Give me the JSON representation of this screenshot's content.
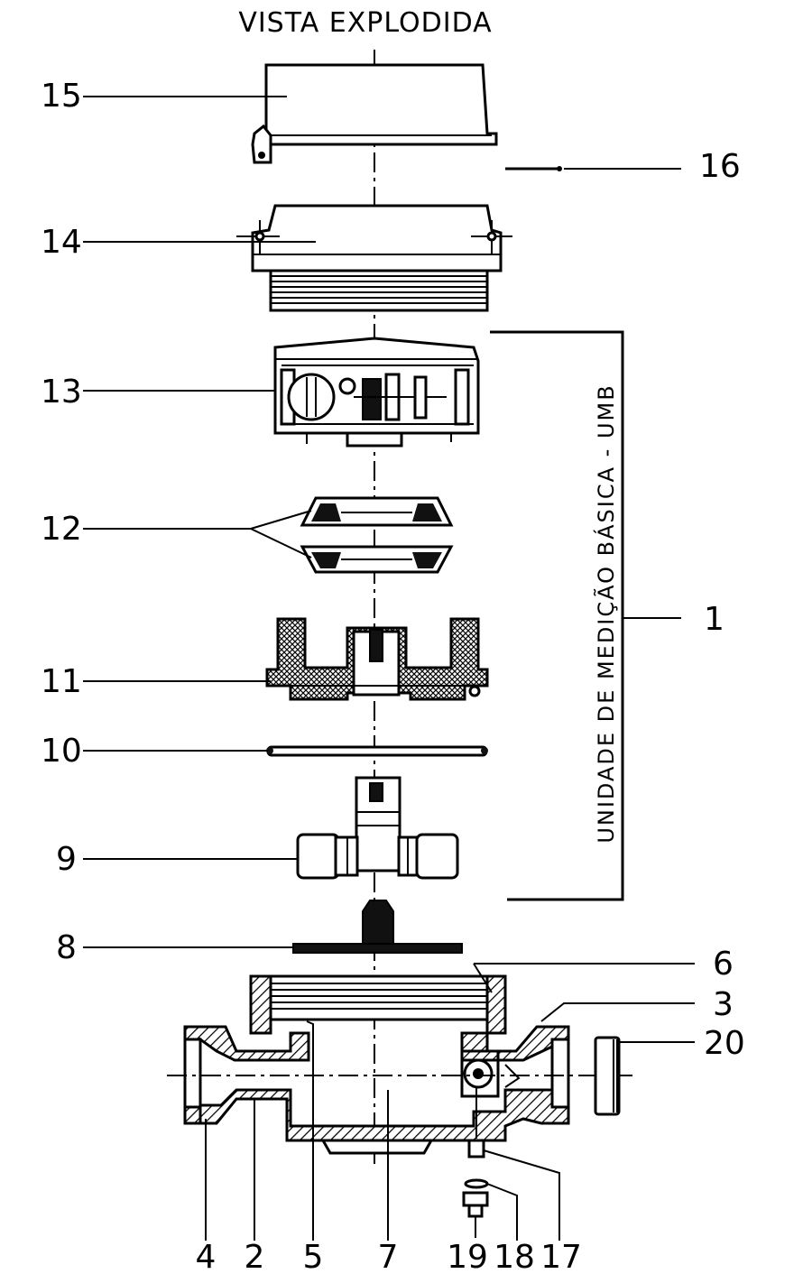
{
  "title": "VISTA EXPLODIDA",
  "side_label": "UNIDADE DE MEDIÇÃO BÁSICA - UMB",
  "labels": {
    "p1": "1",
    "p2": "2",
    "p3": "3",
    "p4": "4",
    "p5": "5",
    "p6": "6",
    "p7": "7",
    "p8": "8",
    "p9": "9",
    "p10": "10",
    "p11": "11",
    "p12": "12",
    "p13": "13",
    "p14": "14",
    "p15": "15",
    "p16": "16",
    "p17": "17",
    "p18": "18",
    "p19": "19",
    "p20": "20"
  }
}
